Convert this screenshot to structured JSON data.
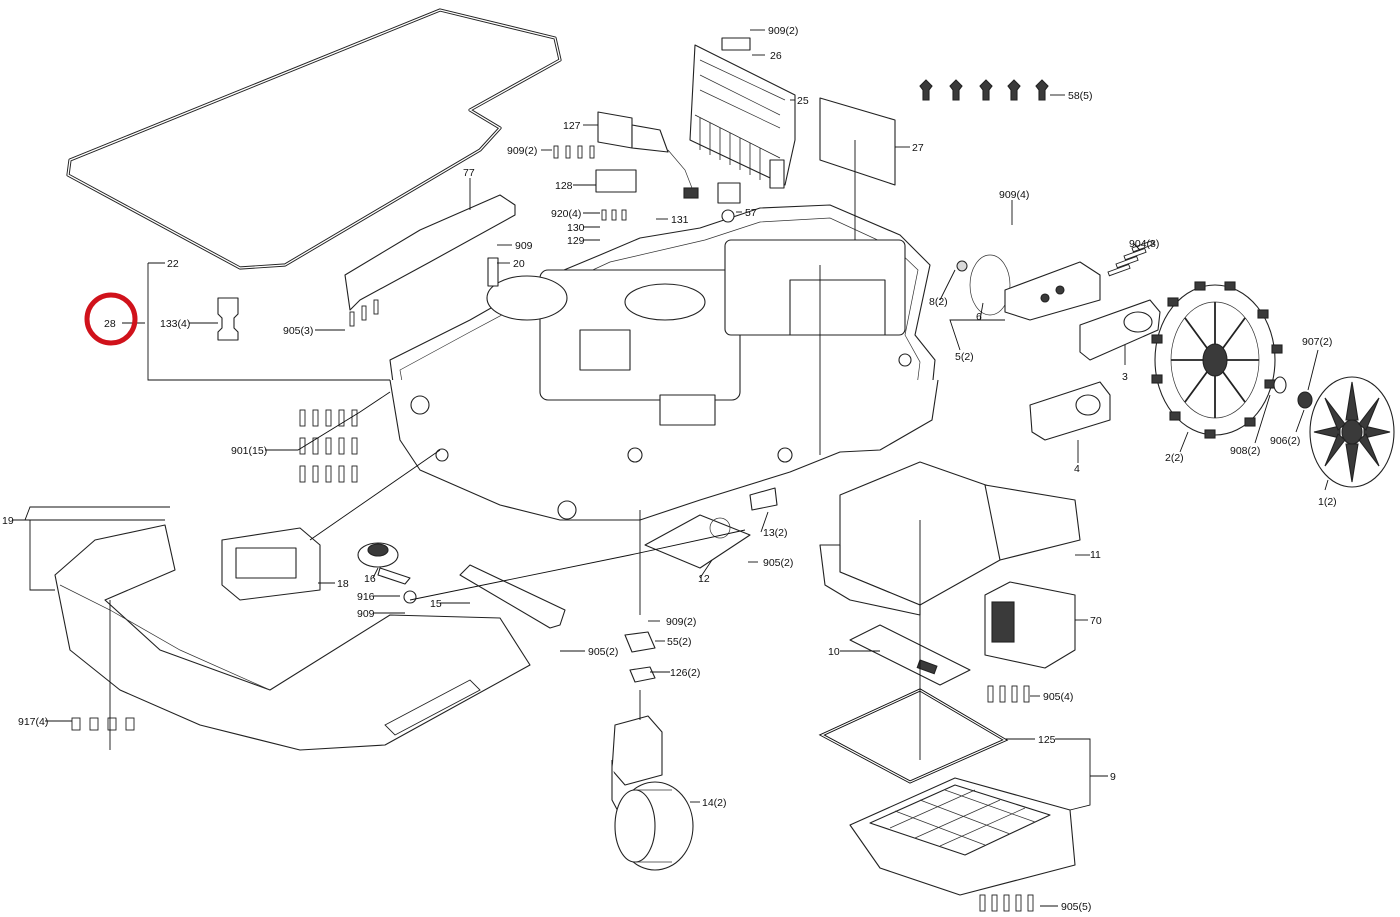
{
  "highlight": {
    "label": "28",
    "ring_color": "#d0121b"
  },
  "callouts": [
    {
      "id": "c909-2a",
      "text": "909(2)"
    },
    {
      "id": "c26",
      "text": "26"
    },
    {
      "id": "c25",
      "text": "25"
    },
    {
      "id": "c58",
      "text": "58(5)"
    },
    {
      "id": "c27",
      "text": "27"
    },
    {
      "id": "c127",
      "text": "127"
    },
    {
      "id": "c909-2b",
      "text": "909(2)"
    },
    {
      "id": "c128",
      "text": "128"
    },
    {
      "id": "c920",
      "text": "920(4)"
    },
    {
      "id": "c131",
      "text": "131"
    },
    {
      "id": "c130",
      "text": "130"
    },
    {
      "id": "c129",
      "text": "129"
    },
    {
      "id": "c57",
      "text": "57"
    },
    {
      "id": "c77",
      "text": "77"
    },
    {
      "id": "c909a",
      "text": "909"
    },
    {
      "id": "c20",
      "text": "20"
    },
    {
      "id": "c22",
      "text": "22"
    },
    {
      "id": "c133",
      "text": "133(4)"
    },
    {
      "id": "c905-3",
      "text": "905(3)"
    },
    {
      "id": "c909-4",
      "text": "909(4)"
    },
    {
      "id": "c904",
      "text": "904(8)"
    },
    {
      "id": "c8",
      "text": "8(2)"
    },
    {
      "id": "c6",
      "text": "6"
    },
    {
      "id": "c5",
      "text": "5(2)"
    },
    {
      "id": "c3",
      "text": "3"
    },
    {
      "id": "c907",
      "text": "907(2)"
    },
    {
      "id": "c906",
      "text": "906(2)"
    },
    {
      "id": "c908",
      "text": "908(2)"
    },
    {
      "id": "c2",
      "text": "2(2)"
    },
    {
      "id": "c1",
      "text": "1(2)"
    },
    {
      "id": "c4",
      "text": "4"
    },
    {
      "id": "c901",
      "text": "901(15)"
    },
    {
      "id": "c19",
      "text": "19"
    },
    {
      "id": "c18",
      "text": "18"
    },
    {
      "id": "c16",
      "text": "16"
    },
    {
      "id": "c916",
      "text": "916"
    },
    {
      "id": "c909b",
      "text": "909"
    },
    {
      "id": "c15",
      "text": "15"
    },
    {
      "id": "c13",
      "text": "13(2)"
    },
    {
      "id": "c905-2a",
      "text": "905(2)"
    },
    {
      "id": "c12",
      "text": "12"
    },
    {
      "id": "c909-2c",
      "text": "909(2)"
    },
    {
      "id": "c55",
      "text": "55(2)"
    },
    {
      "id": "c905-2b",
      "text": "905(2)"
    },
    {
      "id": "c126",
      "text": "126(2)"
    },
    {
      "id": "c917",
      "text": "917(4)"
    },
    {
      "id": "c14",
      "text": "14(2)"
    },
    {
      "id": "c11",
      "text": "11"
    },
    {
      "id": "c70",
      "text": "70"
    },
    {
      "id": "c10",
      "text": "10"
    },
    {
      "id": "c905-4",
      "text": "905(4)"
    },
    {
      "id": "c125",
      "text": "125"
    },
    {
      "id": "c9",
      "text": "9"
    },
    {
      "id": "c905-5",
      "text": "905(5)"
    }
  ]
}
